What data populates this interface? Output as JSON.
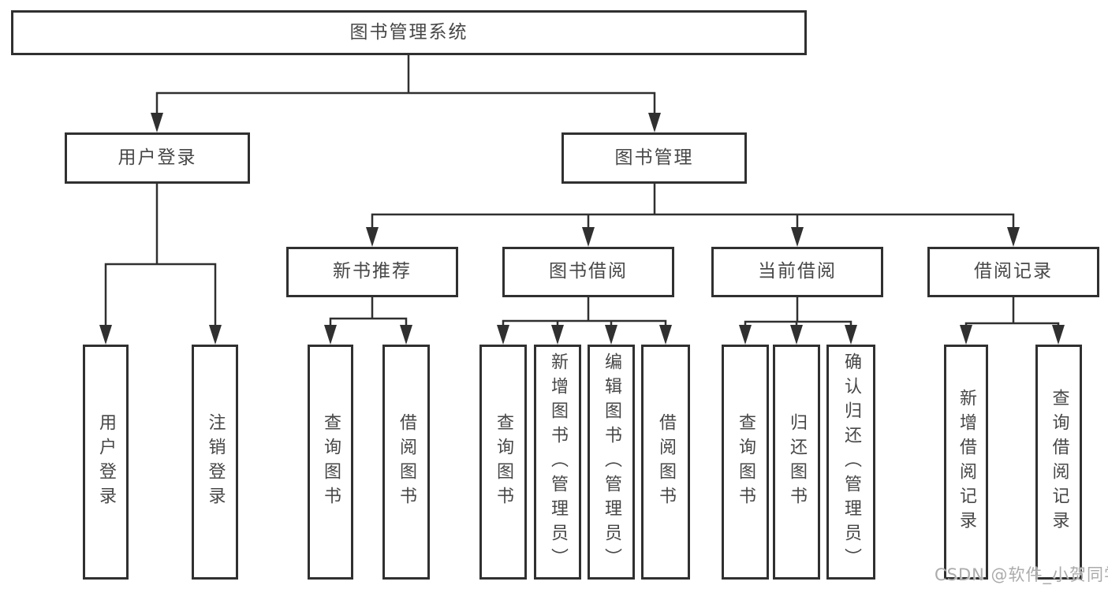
{
  "nodes": {
    "root": {
      "label": "图书管理系统"
    },
    "user_login": {
      "label": "用户登录"
    },
    "book_mgmt": {
      "label": "图书管理"
    },
    "new_book_rec": {
      "label": "新书推荐"
    },
    "book_borrow": {
      "label": "图书借阅"
    },
    "current_borrow": {
      "label": "当前借阅"
    },
    "borrow_records": {
      "label": "借阅记录"
    },
    "login_leaf": {
      "label": "用户登录"
    },
    "logout_leaf": {
      "label": "注销登录"
    },
    "rec_query": {
      "label": "查询图书"
    },
    "rec_borrow": {
      "label": "借阅图书"
    },
    "bb_query": {
      "label": "查询图书"
    },
    "bb_add": {
      "label": "新增图书（管理员）"
    },
    "bb_edit": {
      "label": "编辑图书（管理员）"
    },
    "bb_borrow": {
      "label": "借阅图书"
    },
    "cb_query": {
      "label": "查询图书"
    },
    "cb_return": {
      "label": "归还图书"
    },
    "cb_confirm": {
      "label": "确认归还（管理员）"
    },
    "br_add": {
      "label": "新增借阅记录"
    },
    "br_query": {
      "label": "查询借阅记录"
    }
  },
  "hierarchy": {
    "root": [
      "user_login",
      "book_mgmt"
    ],
    "user_login": [
      "login_leaf",
      "logout_leaf"
    ],
    "book_mgmt": [
      "new_book_rec",
      "book_borrow",
      "current_borrow",
      "borrow_records"
    ],
    "new_book_rec": [
      "rec_query",
      "rec_borrow"
    ],
    "book_borrow": [
      "bb_query",
      "bb_add",
      "bb_edit",
      "bb_borrow"
    ],
    "current_borrow": [
      "cb_query",
      "cb_return",
      "cb_confirm"
    ],
    "borrow_records": [
      "br_add",
      "br_query"
    ]
  },
  "watermark": "CSDN @软件_小贺同学",
  "colors": {
    "line": "#303030",
    "text": "#474747",
    "watermark": "#ababab",
    "background": "#ffffff"
  }
}
